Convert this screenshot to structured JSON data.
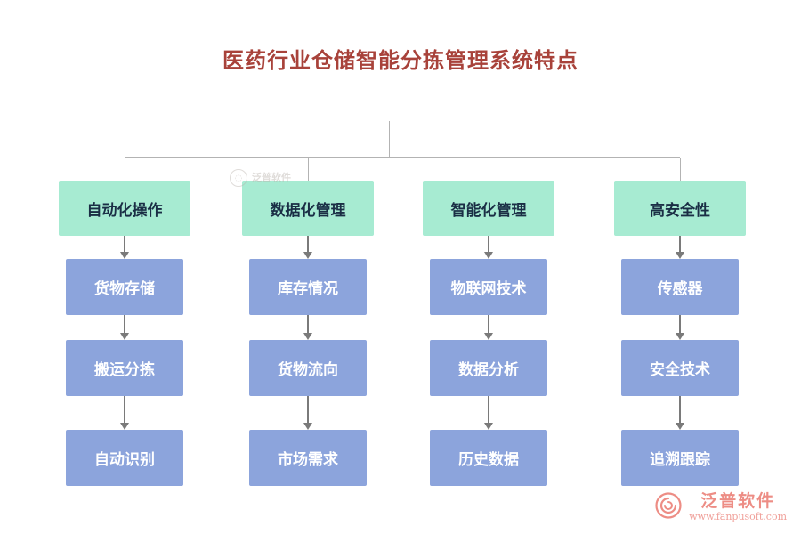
{
  "title": "医药行业仓储智能分拣管理系统特点",
  "columns": [
    {
      "header": "自动化操作",
      "items": [
        "货物存储",
        "搬运分拣",
        "自动识别"
      ]
    },
    {
      "header": "数据化管理",
      "items": [
        "库存情况",
        "货物流向",
        "市场需求"
      ]
    },
    {
      "header": "智能化管理",
      "items": [
        "物联网技术",
        "数据分析",
        "历史数据"
      ]
    },
    {
      "header": "高安全性",
      "items": [
        "传感器",
        "安全技术",
        "追溯跟踪"
      ]
    }
  ],
  "watermark": {
    "brand": "泛普软件"
  },
  "footer": {
    "brand": "泛普软件",
    "url": "www.fanpusoft.com"
  },
  "colors": {
    "title": "#a8423a",
    "header_bg": "#a7ebd2",
    "header_text": "#1a2e45",
    "item_bg": "#8ca4dc",
    "item_text": "#ffffff",
    "connector": "#b3b3b3",
    "arrow": "#7a7a7a",
    "brand": "#ed8d85"
  }
}
